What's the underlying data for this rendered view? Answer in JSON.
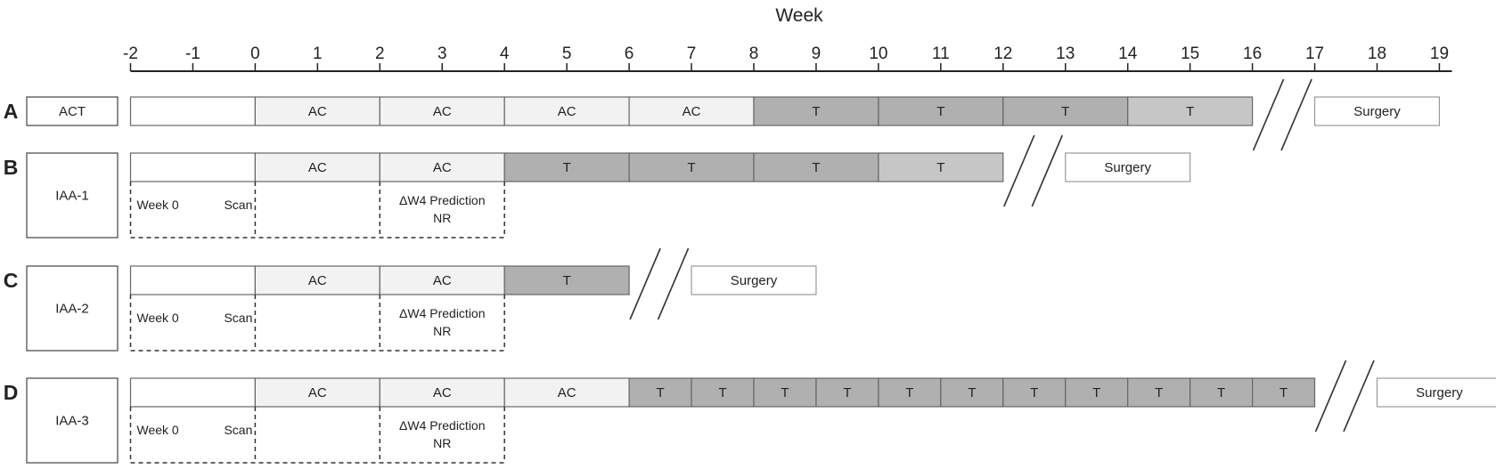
{
  "chart_data": {
    "type": "gantt",
    "title": "",
    "xlabel": "Week",
    "x_ticks": [
      "-2",
      "-1",
      "0",
      "1",
      "2",
      "3",
      "4",
      "5",
      "6",
      "7",
      "8",
      "9",
      "10",
      "11",
      "12",
      "13",
      "14",
      "15",
      "16",
      "17",
      "18",
      "19"
    ],
    "xlim": [
      -2,
      19
    ],
    "colors": {
      "AC": "#f2f2f2",
      "T_dark": "#b0b0b0",
      "T_light": "#c6c6c6",
      "Surgery": "#ffffff",
      "Baseline": "#ffffff"
    },
    "rows": [
      {
        "letter": "A",
        "name": "ACT",
        "segments": [
          {
            "start": -2,
            "end": 0,
            "label": "",
            "kind": "Baseline"
          },
          {
            "start": 0,
            "end": 2,
            "label": "AC",
            "kind": "AC"
          },
          {
            "start": 2,
            "end": 4,
            "label": "AC",
            "kind": "AC"
          },
          {
            "start": 4,
            "end": 6,
            "label": "AC",
            "kind": "AC"
          },
          {
            "start": 6,
            "end": 8,
            "label": "AC",
            "kind": "AC"
          },
          {
            "start": 8,
            "end": 10,
            "label": "T",
            "kind": "T_dark"
          },
          {
            "start": 10,
            "end": 12,
            "label": "T",
            "kind": "T_dark"
          },
          {
            "start": 12,
            "end": 14,
            "label": "T",
            "kind": "T_dark"
          },
          {
            "start": 14,
            "end": 16,
            "label": "T",
            "kind": "T_light"
          },
          {
            "start": 17,
            "end": 19,
            "label": "Surgery",
            "kind": "Surgery"
          }
        ],
        "break_between": [
          16,
          17
        ]
      },
      {
        "letter": "B",
        "name": "IAA-1",
        "segments": [
          {
            "start": -2,
            "end": 0,
            "label": "",
            "kind": "Baseline"
          },
          {
            "start": 0,
            "end": 2,
            "label": "AC",
            "kind": "AC"
          },
          {
            "start": 2,
            "end": 4,
            "label": "AC",
            "kind": "AC"
          },
          {
            "start": 4,
            "end": 6,
            "label": "T",
            "kind": "T_dark"
          },
          {
            "start": 6,
            "end": 8,
            "label": "T",
            "kind": "T_dark"
          },
          {
            "start": 8,
            "end": 10,
            "label": "T",
            "kind": "T_dark"
          },
          {
            "start": 10,
            "end": 12,
            "label": "T",
            "kind": "T_light"
          },
          {
            "start": 13,
            "end": 15,
            "label": "Surgery",
            "kind": "Surgery"
          }
        ],
        "break_between": [
          12,
          13
        ],
        "imaging": {
          "week0": "Week 0",
          "scan": "Scan",
          "prediction_line1": "ΔW4 Prediction",
          "prediction_line2": "NR"
        }
      },
      {
        "letter": "C",
        "name": "IAA-2",
        "segments": [
          {
            "start": -2,
            "end": 0,
            "label": "",
            "kind": "Baseline"
          },
          {
            "start": 0,
            "end": 2,
            "label": "AC",
            "kind": "AC"
          },
          {
            "start": 2,
            "end": 4,
            "label": "AC",
            "kind": "AC"
          },
          {
            "start": 4,
            "end": 6,
            "label": "T",
            "kind": "T_dark"
          },
          {
            "start": 7,
            "end": 9,
            "label": "Surgery",
            "kind": "Surgery"
          }
        ],
        "break_between": [
          6,
          7
        ],
        "imaging": {
          "week0": "Week 0",
          "scan": "Scan",
          "prediction_line1": "ΔW4 Prediction",
          "prediction_line2": "NR"
        }
      },
      {
        "letter": "D",
        "name": "IAA-3",
        "segments": [
          {
            "start": -2,
            "end": 0,
            "label": "",
            "kind": "Baseline"
          },
          {
            "start": 0,
            "end": 2,
            "label": "AC",
            "kind": "AC"
          },
          {
            "start": 2,
            "end": 4,
            "label": "AC",
            "kind": "AC"
          },
          {
            "start": 4,
            "end": 6,
            "label": "AC",
            "kind": "AC"
          },
          {
            "start": 6,
            "end": 7,
            "label": "T",
            "kind": "T_dark"
          },
          {
            "start": 7,
            "end": 8,
            "label": "T",
            "kind": "T_dark"
          },
          {
            "start": 8,
            "end": 9,
            "label": "T",
            "kind": "T_dark"
          },
          {
            "start": 9,
            "end": 10,
            "label": "T",
            "kind": "T_dark"
          },
          {
            "start": 10,
            "end": 11,
            "label": "T",
            "kind": "T_dark"
          },
          {
            "start": 11,
            "end": 12,
            "label": "T",
            "kind": "T_dark"
          },
          {
            "start": 12,
            "end": 13,
            "label": "T",
            "kind": "T_dark"
          },
          {
            "start": 13,
            "end": 14,
            "label": "T",
            "kind": "T_dark"
          },
          {
            "start": 14,
            "end": 15,
            "label": "T",
            "kind": "T_dark"
          },
          {
            "start": 15,
            "end": 16,
            "label": "T",
            "kind": "T_dark"
          },
          {
            "start": 16,
            "end": 17,
            "label": "T",
            "kind": "T_dark"
          },
          {
            "start": 18,
            "end": 20,
            "label": "Surgery",
            "kind": "Surgery"
          }
        ],
        "break_between": [
          17,
          18
        ],
        "imaging": {
          "week0": "Week 0",
          "scan": "Scan",
          "prediction_line1": "ΔW4 Prediction",
          "prediction_line2": "NR"
        }
      }
    ]
  }
}
